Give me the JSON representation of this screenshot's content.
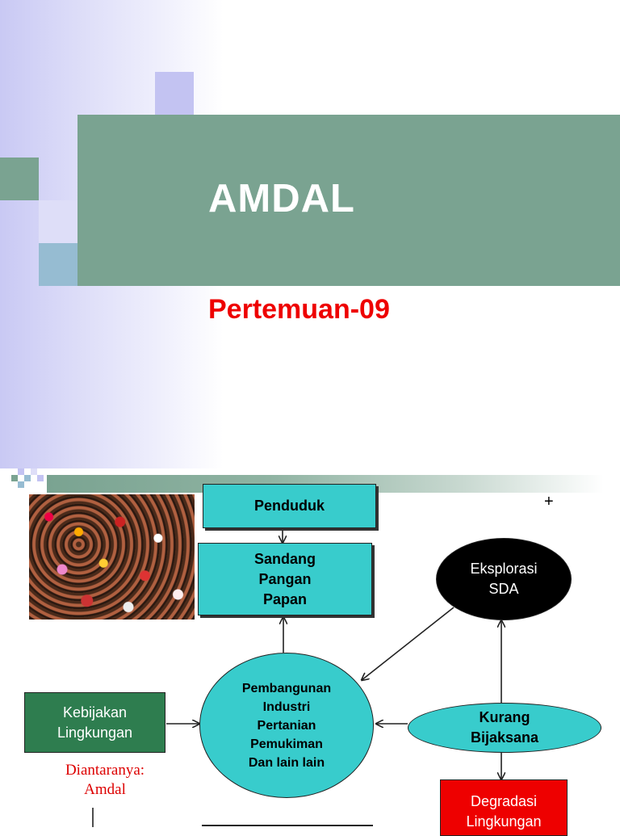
{
  "slide": {
    "title": "AMDAL",
    "subtitle": "Pertemuan-09",
    "colors": {
      "band": "#7aa391",
      "title": "#ffffff",
      "subtitle": "#ee0000",
      "box_cyan": "#38cccc",
      "box_green": "#2e7d4f",
      "box_red": "#ee0000",
      "ellipse_black": "#000000",
      "note": "#dd0000"
    }
  },
  "diagram": {
    "penduduk": "Penduduk",
    "sandang": [
      "Sandang",
      "Pangan",
      "Papan"
    ],
    "eksplorasi": [
      "Eksplorasi",
      "SDA"
    ],
    "pembangunan": [
      "Pembangunan",
      "Industri",
      "Pertanian",
      "Pemukiman",
      "Dan lain lain"
    ],
    "kurang": [
      "Kurang",
      "Bijaksana"
    ],
    "kebijakan": [
      "Kebijakan",
      "Lingkungan"
    ],
    "degradasi": [
      "Degradasi",
      "Lingkungan"
    ],
    "note": [
      "Diantaranya:",
      "Amdal"
    ],
    "plus": "+"
  }
}
